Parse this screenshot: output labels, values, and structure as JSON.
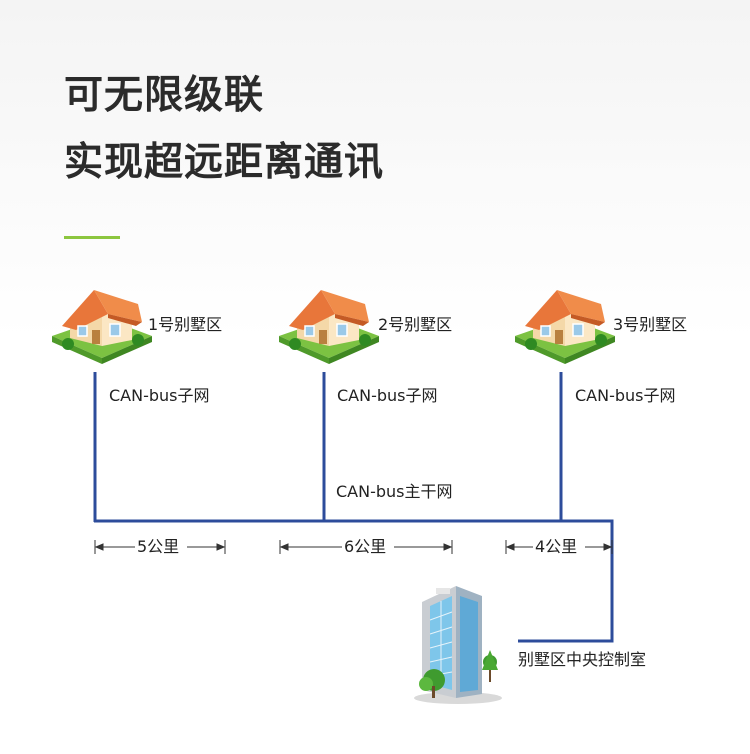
{
  "headline": {
    "line1": "可无限级联",
    "line2": "实现超远距离通讯"
  },
  "villas": [
    {
      "name": "1号别墅区",
      "subnet": "CAN-bus子网"
    },
    {
      "name": "2号别墅区",
      "subnet": "CAN-bus子网"
    },
    {
      "name": "3号别墅区",
      "subnet": "CAN-bus子网"
    }
  ],
  "backbone_label": "CAN-bus主干网",
  "distances": [
    "5公里",
    "6公里",
    "4公里"
  ],
  "control_room": "别墅区中央控制室",
  "colors": {
    "line": "#2d4c9b",
    "accent": "#8cc63f",
    "roof": "#e8763a",
    "grass": "#7cc242"
  }
}
